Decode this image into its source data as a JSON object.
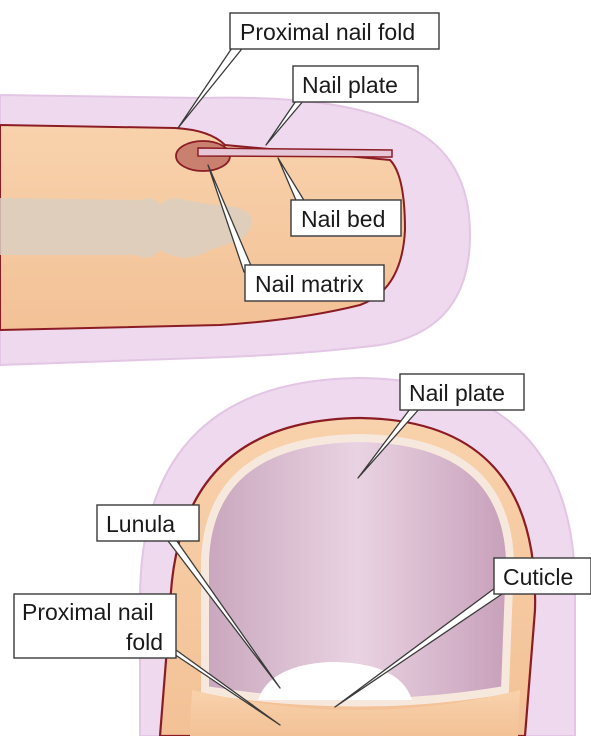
{
  "labels": {
    "top_proximal_nail_fold": "Proximal nail fold",
    "top_nail_plate": "Nail plate",
    "nail_bed": "Nail bed",
    "nail_matrix": "Nail matrix",
    "bottom_nail_plate": "Nail plate",
    "lunula": "Lunula",
    "cuticle": "Cuticle",
    "bottom_proximal_nail_fold_line1": "Proximal nail",
    "bottom_proximal_nail_fold_line2": "fold"
  },
  "colors": {
    "skin": "#f6c9a0",
    "skin_outline": "#8b1c24",
    "halo": "#e6c9e6",
    "bone": "#d6cbbb",
    "nail": "#d8b3cc",
    "lunula": "#ffffff",
    "matrix": "#c98070"
  }
}
